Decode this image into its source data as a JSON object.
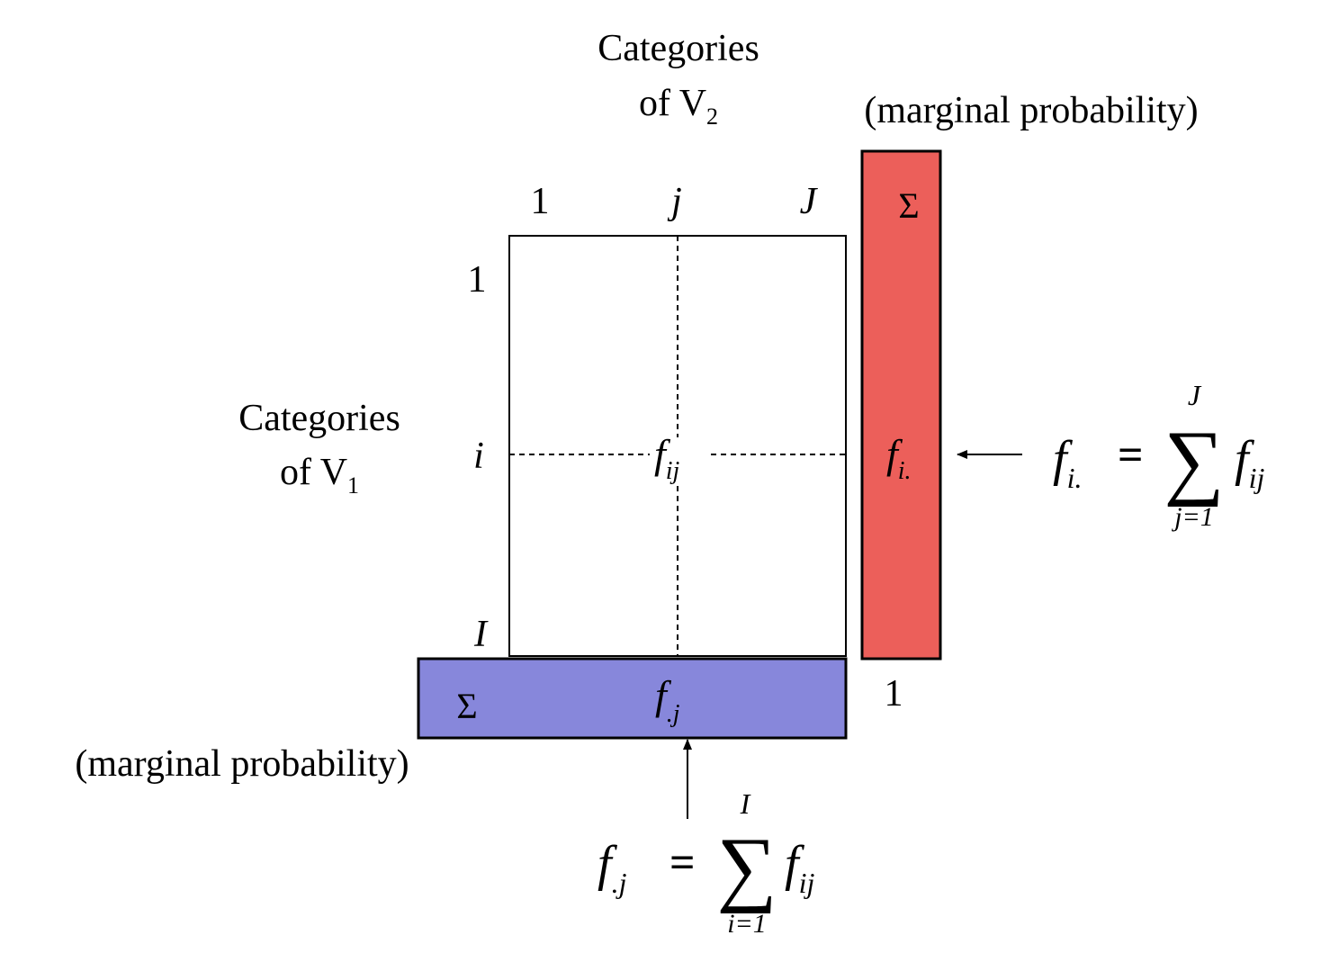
{
  "v2_label": {
    "line1": "Categories",
    "line2_main": "of V",
    "line2_sub": "2"
  },
  "v1_label": {
    "line1": "Categories",
    "line2_main": "of V",
    "line2_sub": "1"
  },
  "col_labels": [
    "1",
    "j",
    "J"
  ],
  "row_labels": [
    "1",
    "i",
    "I"
  ],
  "cell": {
    "main": "f",
    "sub": "ij"
  },
  "row_marginal": {
    "caption": "(marginal probability)",
    "sum_symbol": "Σ",
    "main": "f",
    "sub": "i.",
    "total": "1",
    "color": "#ec5f5a"
  },
  "col_marginal": {
    "caption": "(marginal probability)",
    "sum_symbol": "Σ",
    "main": "f",
    "sub": ".j",
    "color": "#8787db"
  },
  "formula_row": {
    "lhs_main": "f",
    "lhs_sub": "i.",
    "eq": "=",
    "sigma": "∑",
    "upper": "J",
    "lower": "j=1",
    "rhs_main": "f",
    "rhs_sub": "ij"
  },
  "formula_col": {
    "lhs_main": "f",
    "lhs_sub": ".j",
    "eq": "=",
    "sigma": "∑",
    "upper": "I",
    "lower": "i=1",
    "rhs_main": "f",
    "rhs_sub": "ij"
  }
}
